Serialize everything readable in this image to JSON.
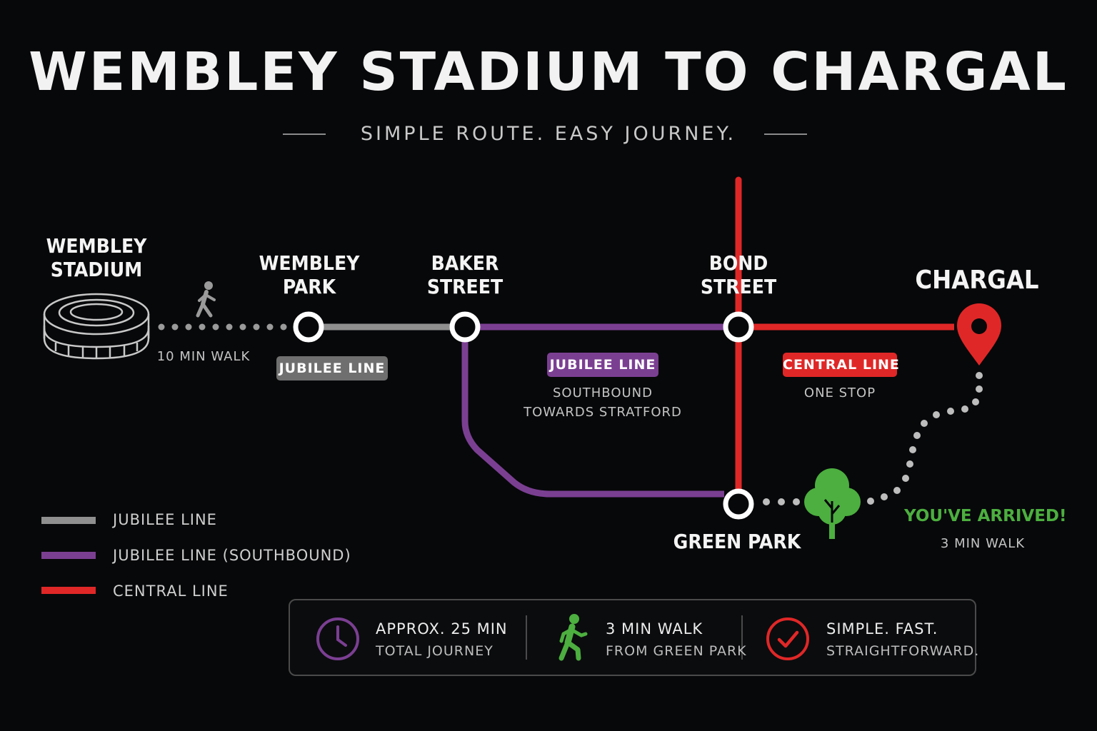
{
  "title": "WEMBLEY STADIUM TO CHARGAL",
  "subtitle": "SIMPLE ROUTE. EASY JOURNEY.",
  "colors": {
    "jubilee": "#8f8f8f",
    "jubilee_southbound": "#7b3f92",
    "central": "#e02727",
    "walk": "#9a9a9a",
    "arrived": "#4caf3f"
  },
  "origin": {
    "name_line1": "WEMBLEY",
    "name_line2": "STADIUM",
    "walk_label": "10 MIN WALK",
    "icon": "stadium-icon"
  },
  "stations": [
    {
      "id": "wembley-park",
      "line1": "WEMBLEY",
      "line2": "PARK"
    },
    {
      "id": "baker-street",
      "line1": "BAKER",
      "line2": "STREET"
    },
    {
      "id": "bond-street",
      "line1": "BOND",
      "line2": "STREET"
    },
    {
      "id": "green-park",
      "line1": "GREEN PARK",
      "line2": ""
    }
  ],
  "segments": [
    {
      "badge": "JUBILEE LINE",
      "detail1": "",
      "detail2": ""
    },
    {
      "badge": "JUBILEE LINE",
      "detail1": "SOUTHBOUND",
      "detail2": "TOWARDS STRATFORD"
    },
    {
      "badge": "CENTRAL LINE",
      "detail1": "ONE STOP",
      "detail2": ""
    }
  ],
  "destination": {
    "name": "CHARGAL",
    "arrived": "YOU'VE ARRIVED!",
    "walk": "3 MIN WALK",
    "icon": "map-pin-icon"
  },
  "legend": [
    {
      "label": "JUBILEE LINE",
      "color": "#8f8f8f"
    },
    {
      "label": "JUBILEE LINE (SOUTHBOUND)",
      "color": "#7b3f92"
    },
    {
      "label": "CENTRAL LINE",
      "color": "#e02727"
    }
  ],
  "summary": [
    {
      "icon": "clock-icon",
      "main": "APPROX. 25 MIN",
      "sub": "TOTAL JOURNEY"
    },
    {
      "icon": "walking-person-icon",
      "main": "3 MIN WALK",
      "sub": "FROM GREEN PARK"
    },
    {
      "icon": "check-circle-icon",
      "main": "SIMPLE. FAST.",
      "sub": "STRAIGHTFORWARD."
    }
  ]
}
